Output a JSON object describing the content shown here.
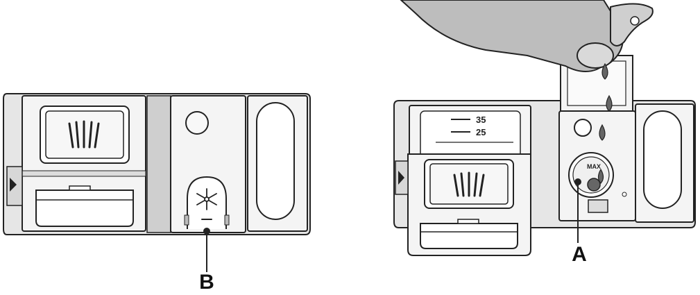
{
  "figure": {
    "callouts": [
      {
        "id": "A",
        "label": "A"
      },
      {
        "id": "B",
        "label": "B"
      }
    ],
    "rinse_aid_scale": {
      "upper": "35",
      "lower": "25"
    },
    "indicator_text": "MAX"
  },
  "colors": {
    "ink": "#222222",
    "body_fill": "#e6e6e6",
    "panel_fill": "#f4f4f4",
    "shade": "#cfcfcf",
    "bottle_fill": "#bdbdbd",
    "drop_fill": "#666666"
  },
  "icons": {
    "detergent_lines": "tablet-icon",
    "sun": "sun-icon",
    "drop": "drop-icon"
  }
}
